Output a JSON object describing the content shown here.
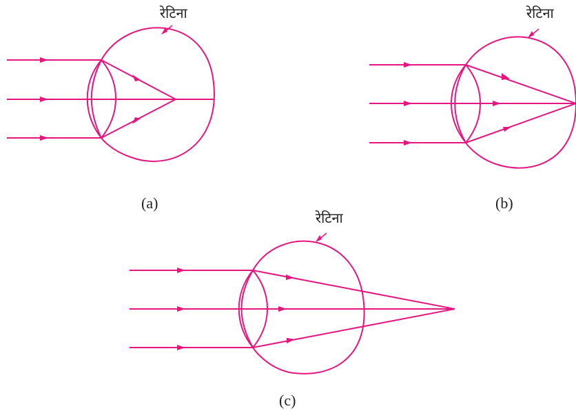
{
  "colors": {
    "ray": "#e6157f",
    "text": "#222222",
    "background": "#ffffff"
  },
  "figures": [
    {
      "id": "a",
      "caption": "(a)",
      "retina_label": "रेटिना"
    },
    {
      "id": "b",
      "caption": "(b)",
      "retina_label": "रेटिना"
    },
    {
      "id": "c",
      "caption": "(c)",
      "retina_label": "रेटिना"
    }
  ]
}
